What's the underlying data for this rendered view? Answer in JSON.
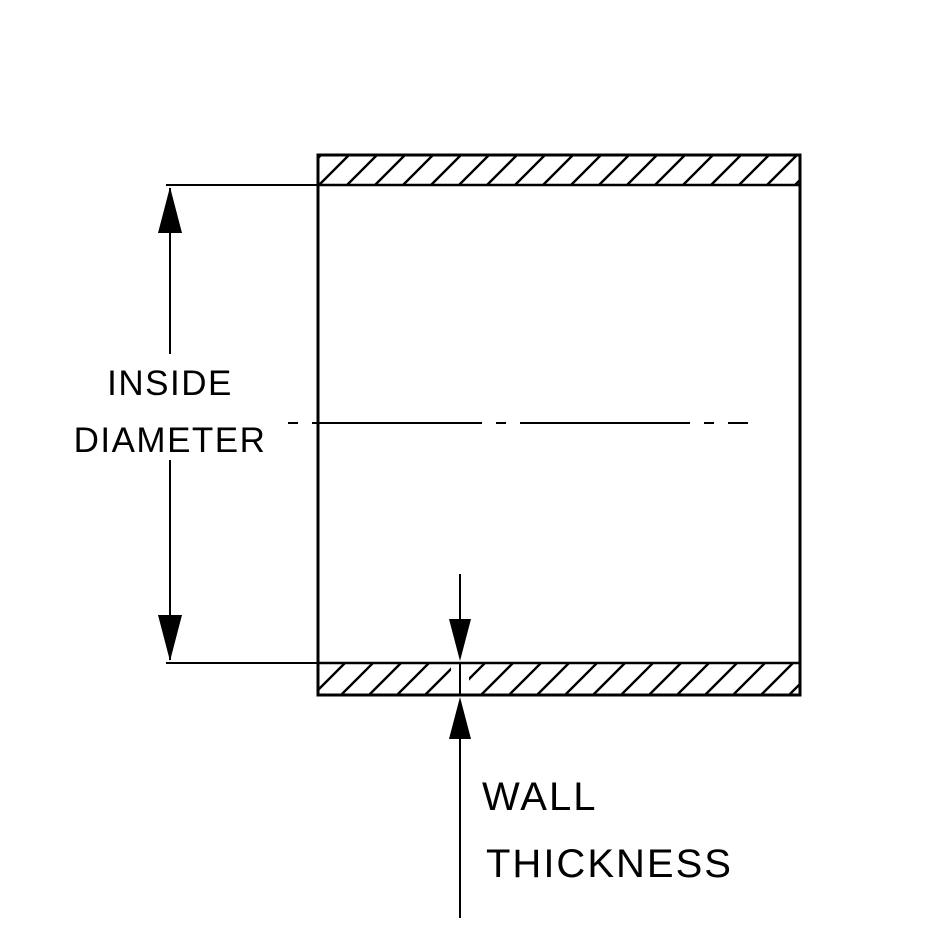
{
  "diagram": {
    "type": "technical-drawing",
    "subject": "hose cross-section with dimension callouts",
    "labels": {
      "inside_diameter_line1": "INSIDE",
      "inside_diameter_line2": "DIAMETER",
      "wall_thickness_line1": "WALL",
      "wall_thickness_line2": "THICKNESS"
    },
    "colors": {
      "line": "#000000",
      "background": "#ffffff"
    }
  }
}
